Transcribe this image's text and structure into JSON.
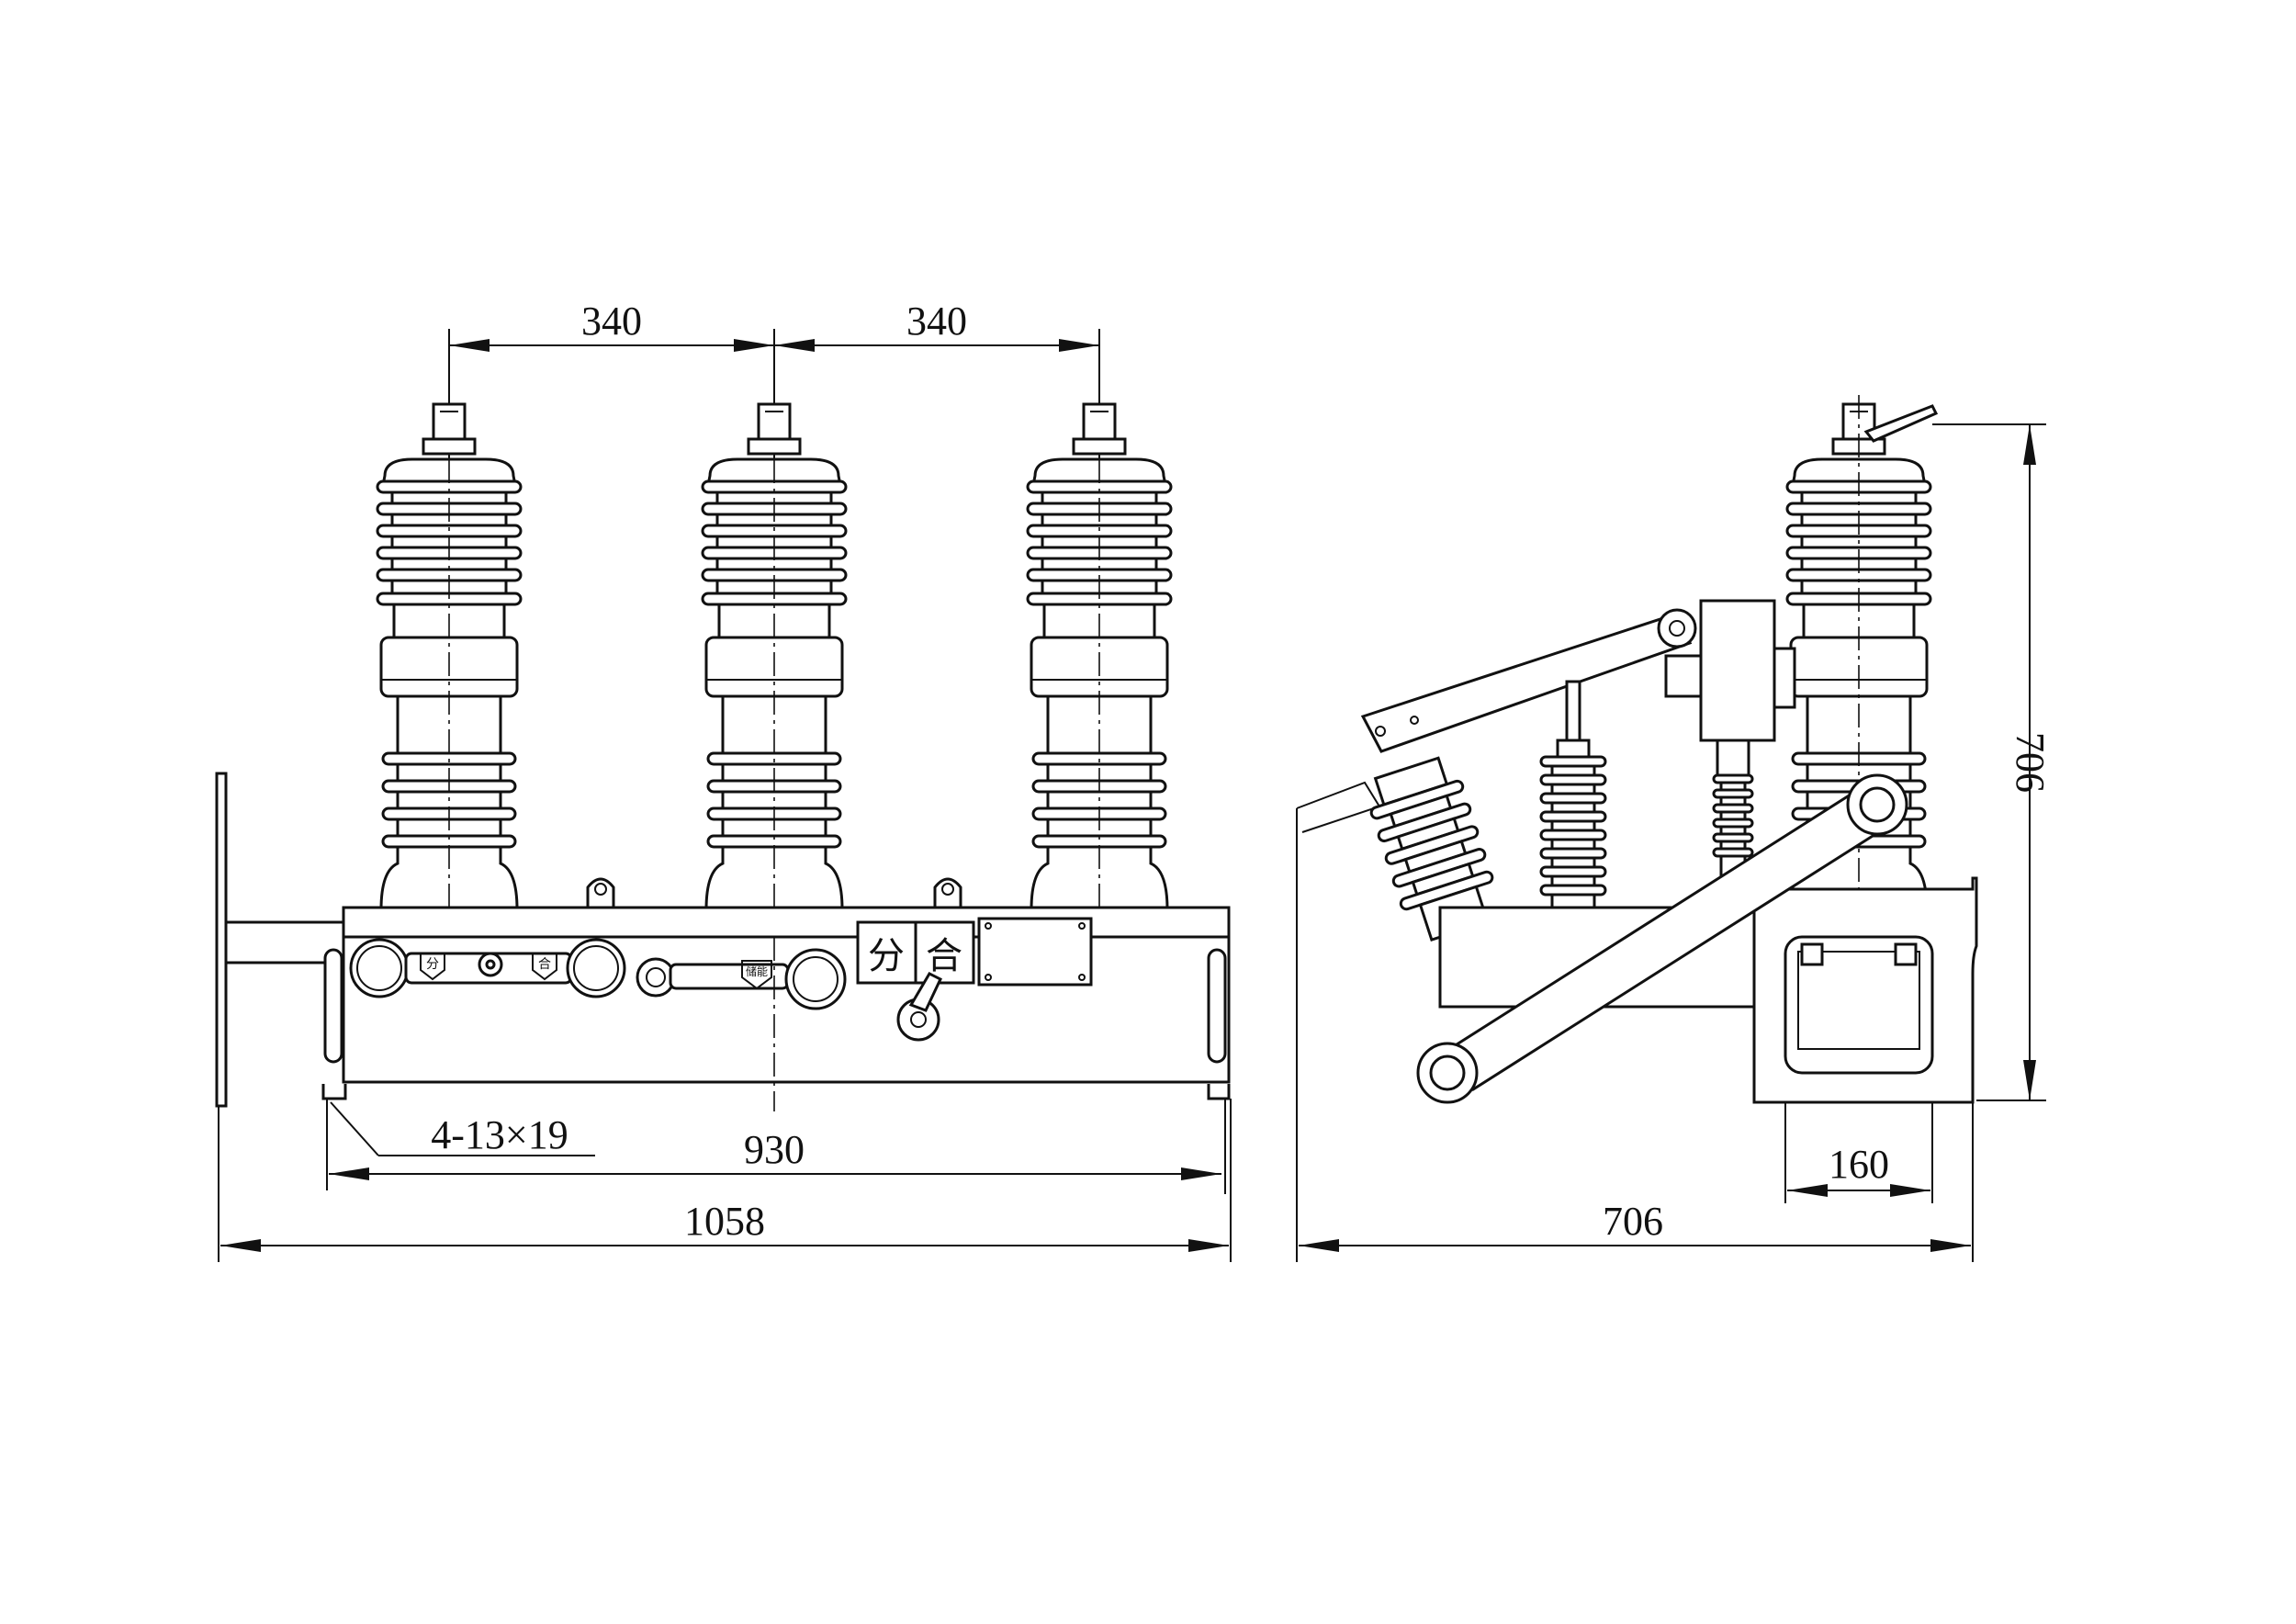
{
  "front_view": {
    "dim_pole_spacing_left": "340",
    "dim_pole_spacing_right": "340",
    "dim_mounting_holes": "4-13×19",
    "dim_mounting_span": "930",
    "dim_overall_width": "1058",
    "label_open": "分",
    "label_close": "合",
    "indicator_small_open": "分",
    "indicator_small_close": "合",
    "indicator_small_charge": "储能"
  },
  "side_view": {
    "dim_height": "706",
    "dim_depth": "706",
    "dim_base_width": "160"
  }
}
